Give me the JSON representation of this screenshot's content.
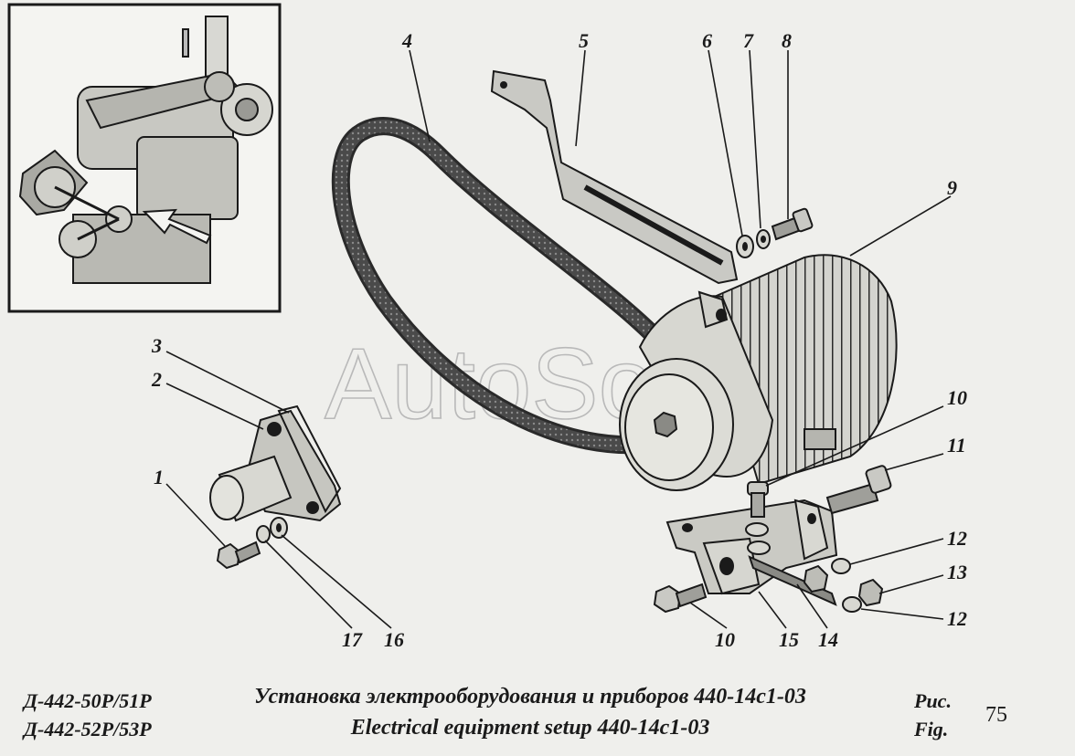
{
  "callouts": [
    "1",
    "2",
    "3",
    "4",
    "5",
    "6",
    "7",
    "8",
    "9",
    "10",
    "11",
    "12",
    "13",
    "12",
    "10",
    "15",
    "14",
    "17",
    "16"
  ],
  "watermark": "AutoSoft",
  "caption": {
    "model_line1": "Д-442-50Р/51Р",
    "model_line2": "Д-442-52Р/53Р",
    "title_ru": "Установка электрооборудования и приборов 440-14с1-03",
    "title_en": "Electrical equipment setup 440-14с1-03",
    "fig_ru": "Рис.",
    "fig_en": "Fig.",
    "page_number": "75"
  },
  "colors": {
    "ink": "#1a1a1a",
    "paper": "#efefec",
    "metal": "#cfcfca",
    "dark": "#3a3a3a"
  }
}
